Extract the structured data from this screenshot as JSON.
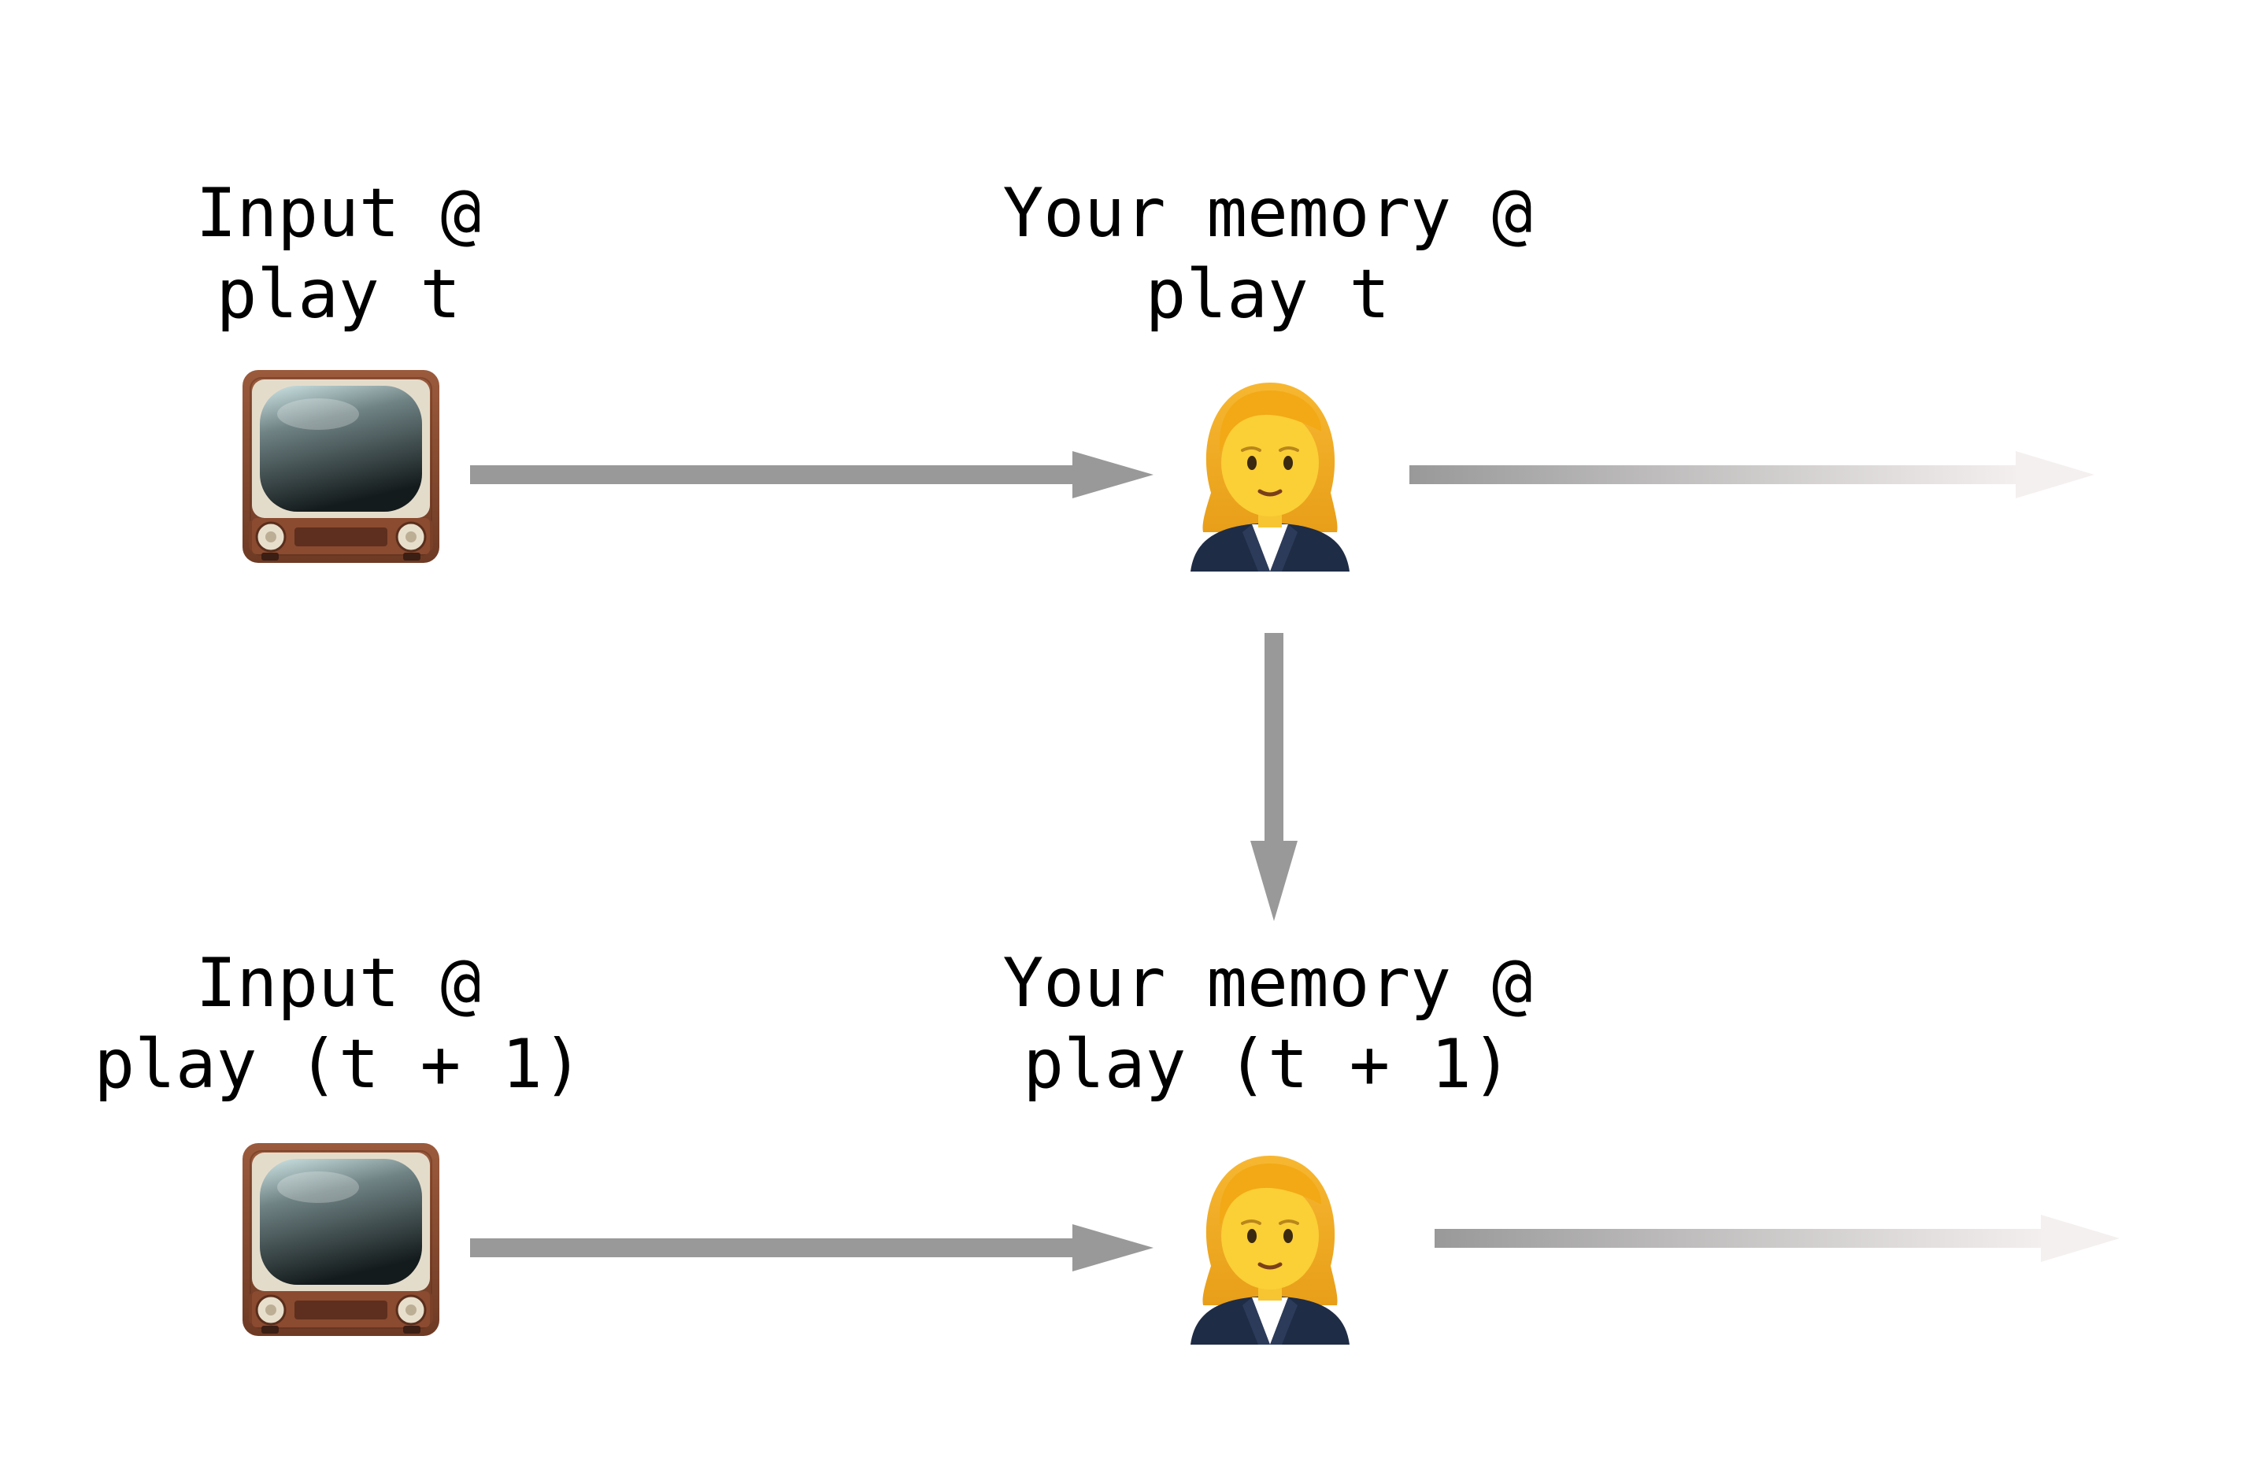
{
  "rows": [
    {
      "input_label": [
        "Input @",
        "play t"
      ],
      "memory_label": [
        "Your memory @",
        "play t"
      ]
    },
    {
      "input_label": [
        "Input @",
        "play (t + 1)"
      ],
      "memory_label": [
        "Your memory @",
        "play (t + 1)"
      ]
    }
  ],
  "icons": {
    "input": "television-icon",
    "memory": "woman-office-worker-icon"
  },
  "colors": {
    "arrow": "#999999",
    "fade_end": "#f5f0f0",
    "background": "#ffffff"
  }
}
